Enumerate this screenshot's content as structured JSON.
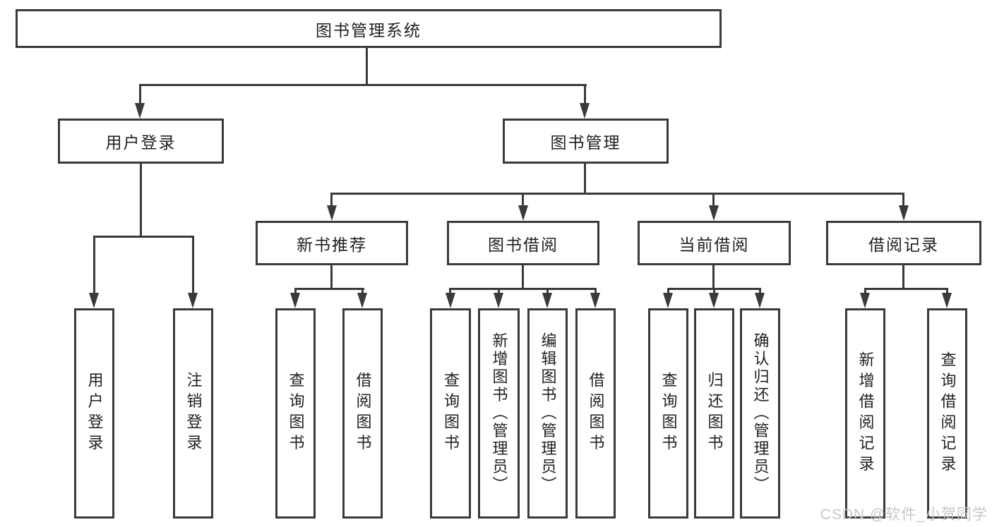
{
  "nodes": {
    "root": "图书管理系统",
    "user_login": "用户登录",
    "book_mgmt": "图书管理",
    "new_book_rec": "新书推荐",
    "book_borrow": "图书借阅",
    "current_borrow": "当前借阅",
    "borrow_record": "借阅记录",
    "leaf_user_login": "用户登录",
    "leaf_logout": "注销登录",
    "leaf_nbr_query": "查询图书",
    "leaf_nbr_borrow": "借阅图书",
    "leaf_bb_query": "查询图书",
    "leaf_bb_add": "新增图书（管理员）",
    "leaf_bb_edit": "编辑图书（管理员）",
    "leaf_bb_borrow": "借阅图书",
    "leaf_cb_query": "查询图书",
    "leaf_cb_return": "归还图书",
    "leaf_cb_confirm": "确认归还（管理员）",
    "leaf_br_add": "新增借阅记录",
    "leaf_br_query": "查询借阅记录"
  },
  "watermark": {
    "text": "CSDN @软件_小贺同学",
    "color": "#c7c7c7"
  },
  "colors": {
    "line": "#3a3a3a",
    "text": "#212121",
    "background": "#ffffff"
  }
}
